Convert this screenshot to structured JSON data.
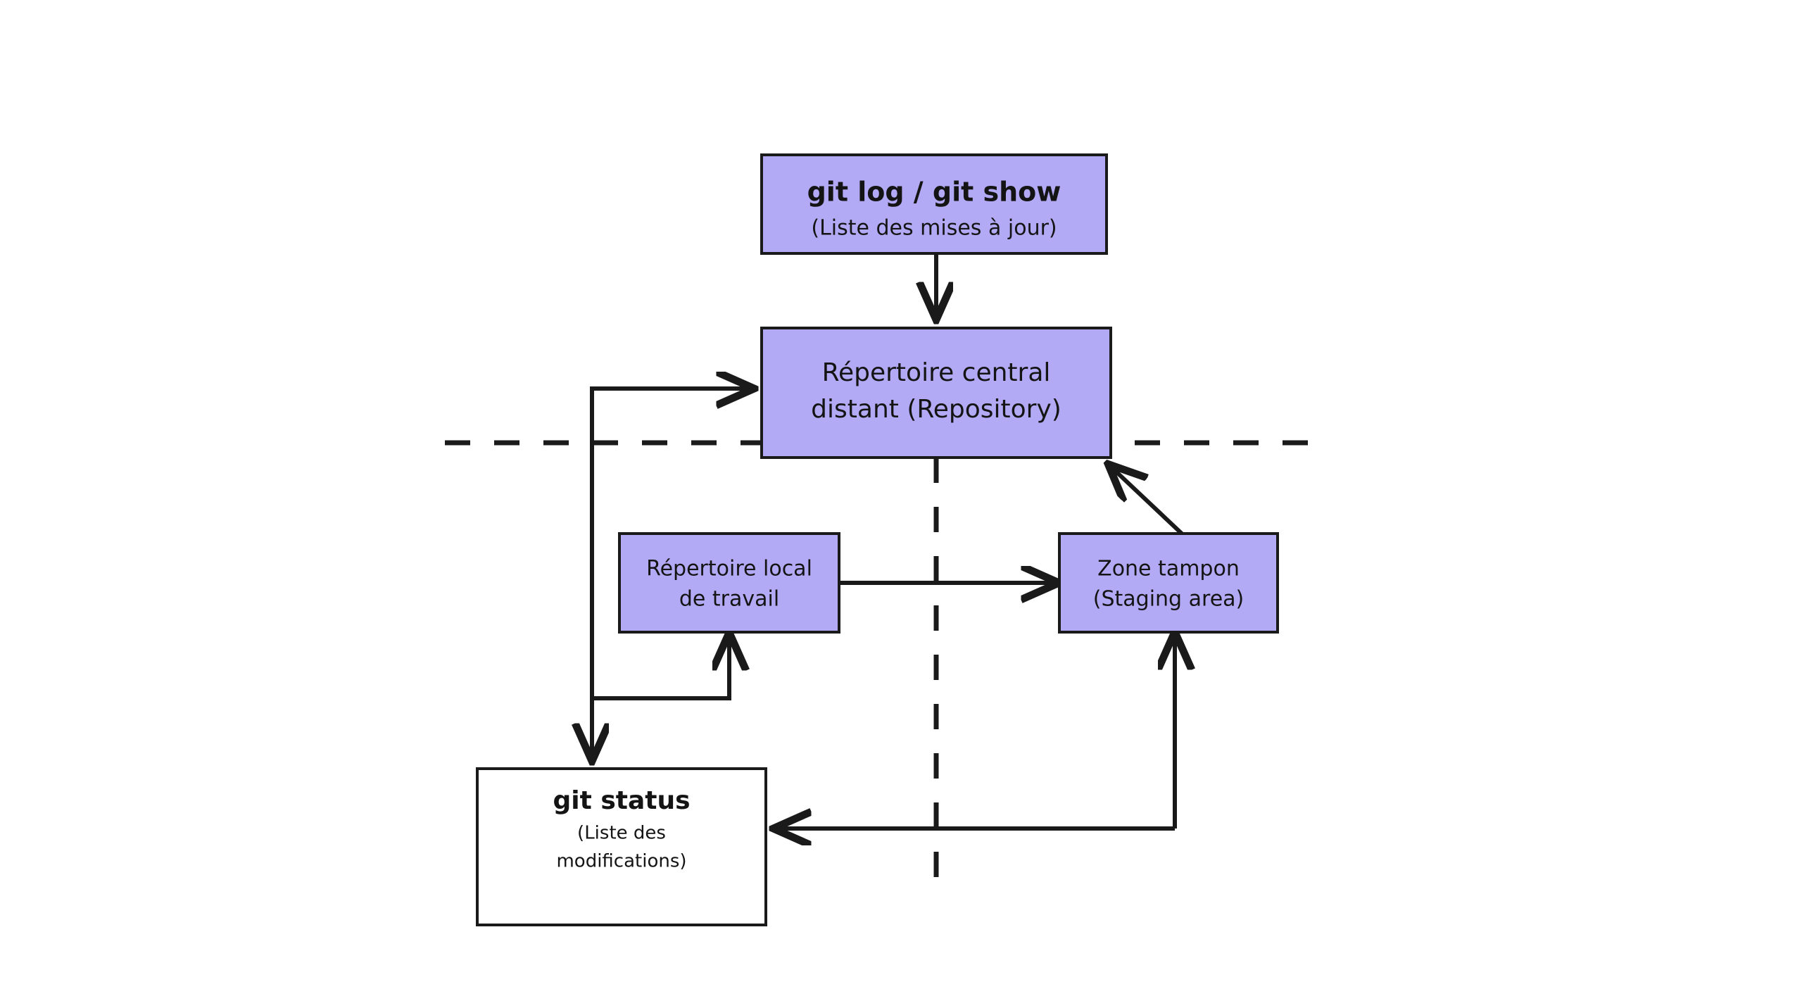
{
  "diagram": {
    "title": "Git workflow diagram",
    "language": "fr",
    "colors": {
      "node_fill": "#b3aaf5",
      "node_fill_alt": "#ffffff",
      "stroke": "#1a1a1a",
      "background": "#ffffff"
    },
    "nodes": [
      {
        "id": "git-log-show",
        "name": "git-log-show-box",
        "line1": "git log / git show",
        "line2": "(Liste des mises à jour)",
        "style": "filled"
      },
      {
        "id": "repository",
        "name": "repository-box",
        "line1": "Répertoire central",
        "line2": "distant (Repository)",
        "style": "filled"
      },
      {
        "id": "working-dir",
        "name": "working-directory-box",
        "line1": "Répertoire local",
        "line2": "de travail",
        "style": "filled"
      },
      {
        "id": "staging-area",
        "name": "staging-area-box",
        "line1": "Zone tampon",
        "line2": "(Staging area)",
        "style": "filled"
      },
      {
        "id": "git-status",
        "name": "git-status-box",
        "line1": "git status",
        "line2": "(Liste des",
        "line3": "modifications)",
        "style": "white"
      }
    ],
    "dividers": [
      {
        "id": "remote-local-divider",
        "name": "horizontal-dashed-divider",
        "orientation": "horizontal"
      },
      {
        "id": "vertical-divider",
        "name": "vertical-dashed-divider",
        "orientation": "vertical"
      }
    ],
    "edges": [
      {
        "id": "log-to-repo",
        "name": "edge-git-log-to-repository",
        "from": "git-log-show",
        "to": "repository"
      },
      {
        "id": "repo-branch-to-work",
        "name": "edge-repository-to-working-directory",
        "from": "repository",
        "to": "working-dir"
      },
      {
        "id": "repo-branch-to-status",
        "name": "edge-repository-to-git-status",
        "from": "repository",
        "to": "git-status"
      },
      {
        "id": "work-to-staging",
        "name": "edge-working-directory-to-staging-area",
        "from": "working-dir",
        "to": "staging-area"
      },
      {
        "id": "staging-to-repo",
        "name": "edge-staging-area-to-repository",
        "from": "staging-area",
        "to": "repository"
      },
      {
        "id": "staging-to-status",
        "name": "edge-staging-area-to-git-status",
        "from": "staging-area",
        "to": "git-status"
      }
    ]
  }
}
